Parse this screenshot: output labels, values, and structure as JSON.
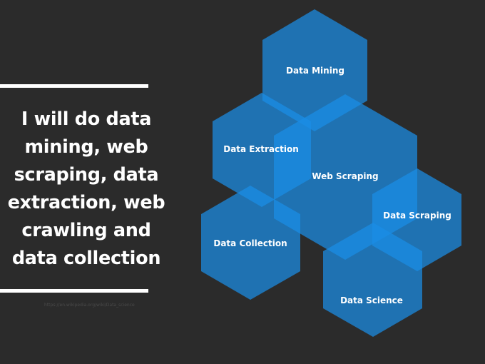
{
  "headline": {
    "lines": [
      "I will do data",
      "mining, web",
      "scraping, data",
      "extraction, web",
      "crawling and",
      "data collection"
    ]
  },
  "source_url": "https://en.wikipedia.org/wiki/Data_science",
  "hexagons": [
    {
      "label": "Data Mining"
    },
    {
      "label": "Data Extraction"
    },
    {
      "label": "Web Scraping"
    },
    {
      "label": "Data Scraping"
    },
    {
      "label": "Data Collection"
    },
    {
      "label": "Data Science"
    }
  ],
  "colors": {
    "background": "#2b2b2b",
    "hexagon_fill": "#1a8ee6",
    "text": "#ffffff",
    "rule": "#ffffff"
  }
}
